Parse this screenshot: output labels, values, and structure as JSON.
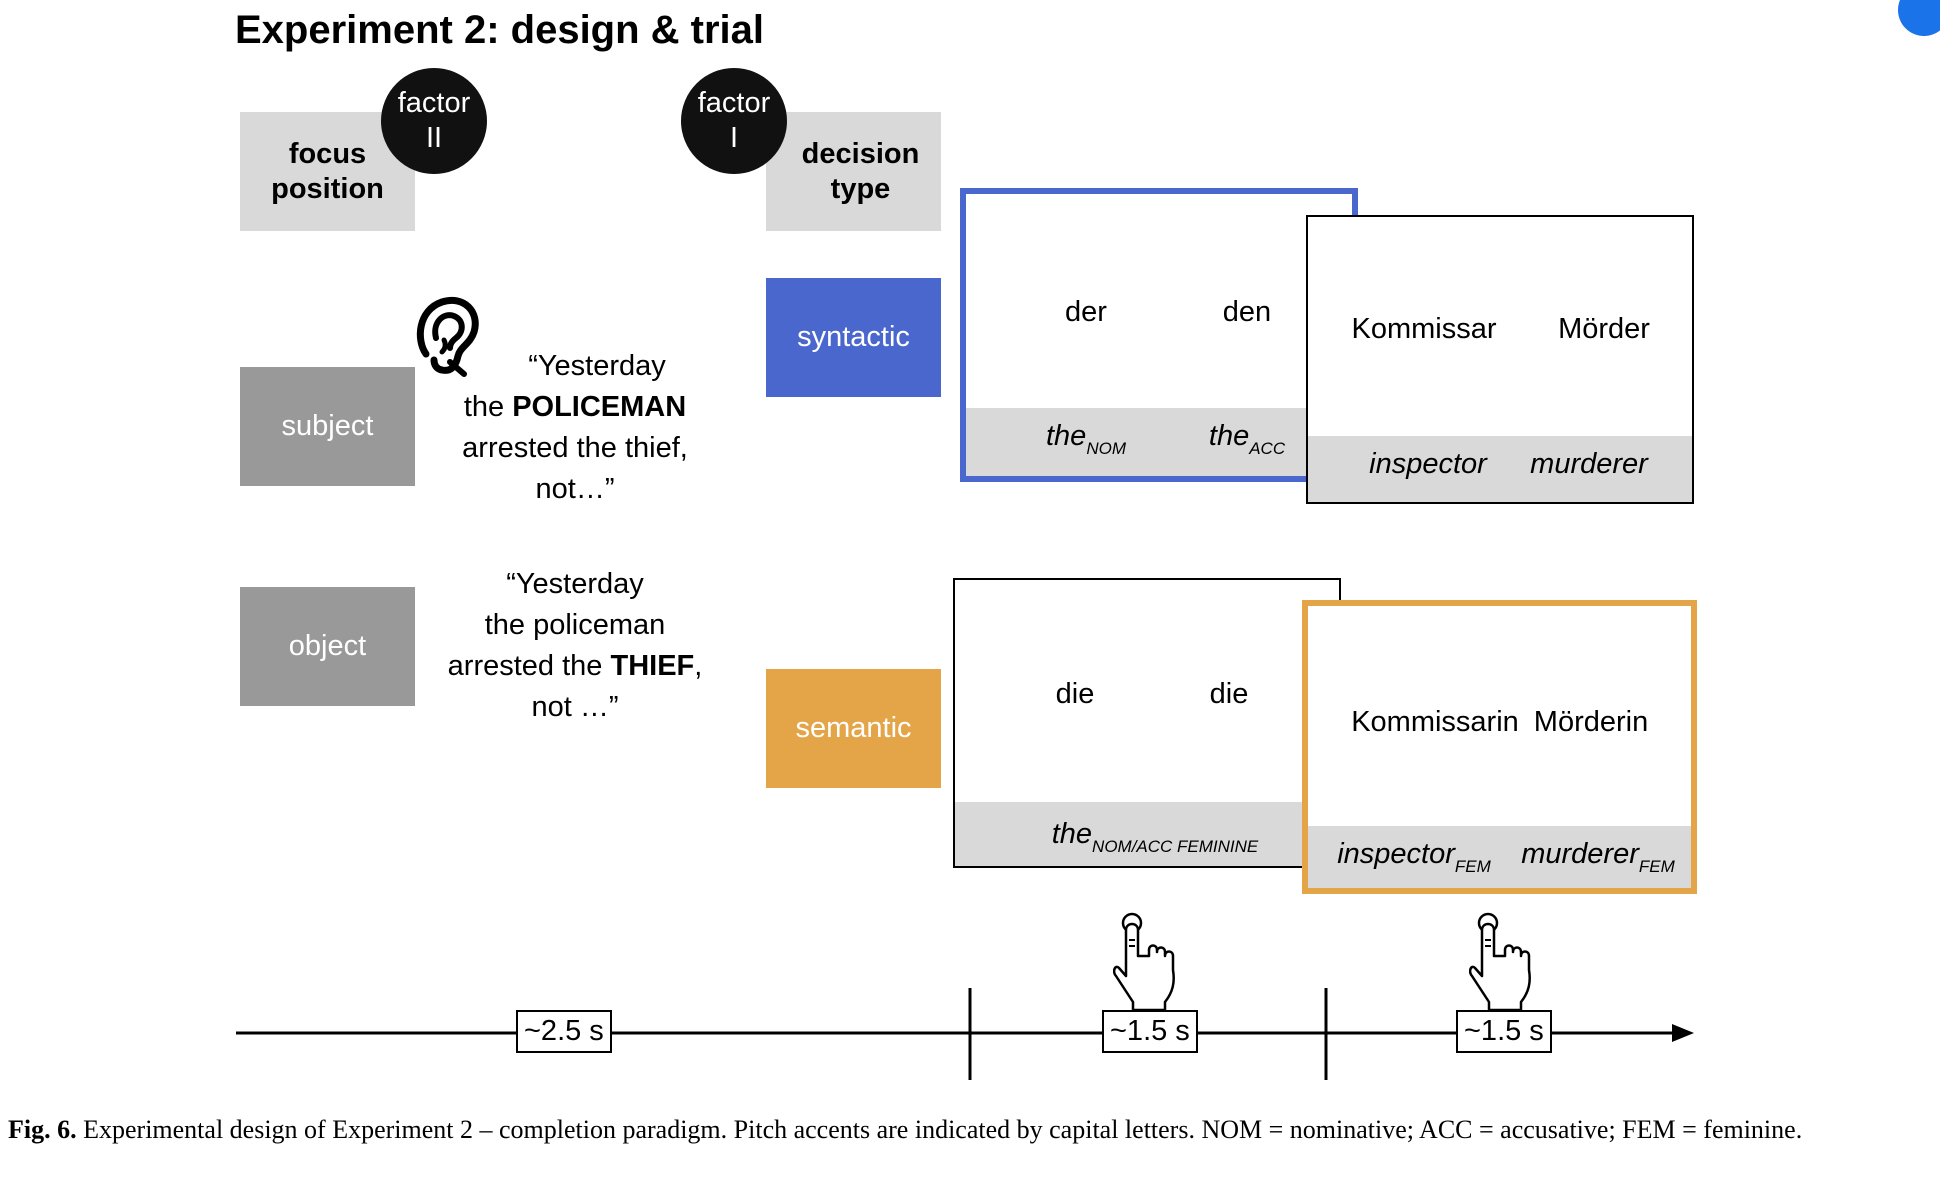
{
  "title": "Experiment 2: design & trial",
  "headers": {
    "focus_position": [
      "focus",
      "position"
    ],
    "decision_type": [
      "decision",
      "type"
    ]
  },
  "factors": {
    "factor_ii": [
      "factor",
      "II"
    ],
    "factor_i": [
      "factor",
      "I"
    ]
  },
  "focus_levels": {
    "subject": "subject",
    "object": "object"
  },
  "decision_levels": {
    "syntactic": "syntactic",
    "semantic": "semantic"
  },
  "sentences": {
    "subject": {
      "line1": "“Yesterday",
      "line2_pre": "the ",
      "line2_bold": "POLICEMAN",
      "line3": "arrested the thief,",
      "line4": "not…”"
    },
    "object": {
      "line1": "“Yesterday",
      "line2": "the policeman",
      "line3_pre": "arrested the ",
      "line3_bold": "THIEF",
      "line3_post": ",",
      "line4": "not …”"
    }
  },
  "cards": {
    "syntactic_articles": {
      "words": [
        "der",
        "den"
      ],
      "gloss": [
        {
          "base": "the",
          "sub": "NOM"
        },
        {
          "base": "the",
          "sub": "ACC"
        }
      ]
    },
    "syntactic_nouns": {
      "words": [
        "Kommissar",
        "Mörder"
      ],
      "gloss": [
        {
          "base": "inspector",
          "sub": ""
        },
        {
          "base": "murderer",
          "sub": ""
        }
      ]
    },
    "semantic_articles": {
      "words": [
        "die",
        "die"
      ],
      "gloss": [
        {
          "base": "the",
          "sub": "NOM/ACC FEMININE"
        }
      ]
    },
    "semantic_nouns": {
      "words": [
        "Kommissarin",
        "Mörderin"
      ],
      "gloss": [
        {
          "base": "inspector",
          "sub": "FEM"
        },
        {
          "base": "murderer",
          "sub": "FEM"
        }
      ]
    }
  },
  "timeline": {
    "durations": [
      "~2.5 s",
      "~1.5 s",
      "~1.5 s"
    ]
  },
  "caption": {
    "label": "Fig. 6.",
    "text": " Experimental design of Experiment 2 – completion paradigm. Pitch accents are indicated by capital letters. NOM = nominative; ACC = accusative; FEM = feminine."
  },
  "colors": {
    "syntactic": "#4a67cd",
    "semantic": "#e4a548",
    "header_gray": "#d9d9d9",
    "level_gray": "#999999",
    "corner_badge": "#1a73e8"
  },
  "icons": [
    "ear-icon",
    "finger-press-icon",
    "finger-press-icon"
  ]
}
